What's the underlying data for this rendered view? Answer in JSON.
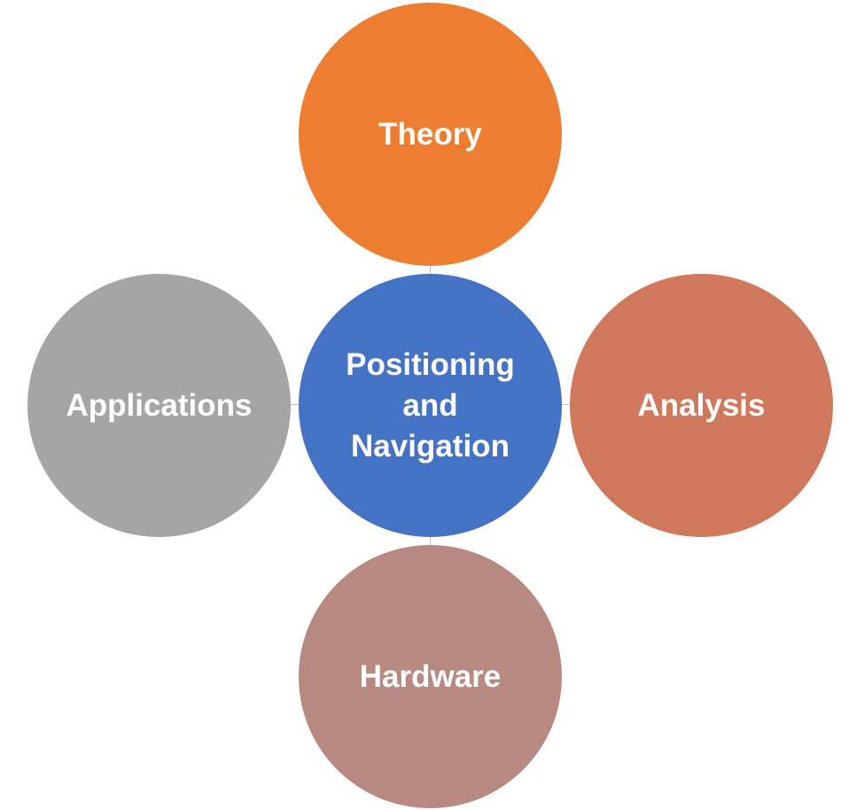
{
  "center": {
    "label": "Positioning and Navigation",
    "color": "#4472c4"
  },
  "nodes": {
    "top": {
      "label": "Theory",
      "color": "#ed7d31"
    },
    "left": {
      "label": "Applications",
      "color": "#a5a5a5"
    },
    "right": {
      "label": "Analysis",
      "color": "#d0785c"
    },
    "bottom": {
      "label": "Hardware",
      "color": "#b78981"
    }
  },
  "connector_color": "#bfbfbf"
}
